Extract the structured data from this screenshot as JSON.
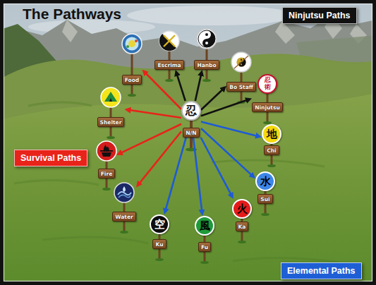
{
  "diagram": {
    "title": "The Pathways",
    "nodes": [
      {
        "text": [
          "Ninjutsu Paths"
        ]
      },
      {
        "text": [
          "Escrima"
        ]
      },
      {
        "text": [
          "Hanbo"
        ]
      },
      {
        "text": [
          "Food"
        ]
      },
      {
        "text": [
          "Bo Staff"
        ]
      },
      {
        "text": [
          "忍術",
          "Ninjutsu"
        ]
      },
      {
        "text": [
          "Shelter"
        ]
      },
      {
        "text": [
          "忍",
          "N/N"
        ]
      },
      {
        "text": [
          "地",
          "Chi"
        ]
      },
      {
        "text": [
          "Survival Paths"
        ]
      },
      {
        "text": [
          "Fire"
        ]
      },
      {
        "text": [
          "水",
          "Sui"
        ]
      },
      {
        "text": [
          "Water"
        ]
      },
      {
        "text": [
          "火",
          "Ka"
        ]
      },
      {
        "text": [
          "空",
          "Ku"
        ]
      },
      {
        "text": [
          "風",
          "Fu"
        ]
      },
      {
        "text": [
          "Elemental Paths"
        ]
      }
    ],
    "edges": [
      {
        "from": 7,
        "to": 1,
        "arrow": "to"
      },
      {
        "from": 7,
        "to": 2,
        "arrow": "to"
      },
      {
        "from": 7,
        "to": 4,
        "arrow": "to"
      },
      {
        "from": 7,
        "to": 5,
        "arrow": "to"
      },
      {
        "from": 7,
        "to": 3,
        "arrow": "to"
      },
      {
        "from": 7,
        "to": 6,
        "arrow": "to"
      },
      {
        "from": 7,
        "to": 10,
        "arrow": "to"
      },
      {
        "from": 7,
        "to": 12,
        "arrow": "to"
      },
      {
        "from": 7,
        "to": 8,
        "arrow": "to"
      },
      {
        "from": 7,
        "to": 11,
        "arrow": "to"
      },
      {
        "from": 7,
        "to": 13,
        "arrow": "to"
      },
      {
        "from": 7,
        "to": 15,
        "arrow": "to"
      },
      {
        "from": 7,
        "to": 14,
        "arrow": "to"
      }
    ]
  }
}
